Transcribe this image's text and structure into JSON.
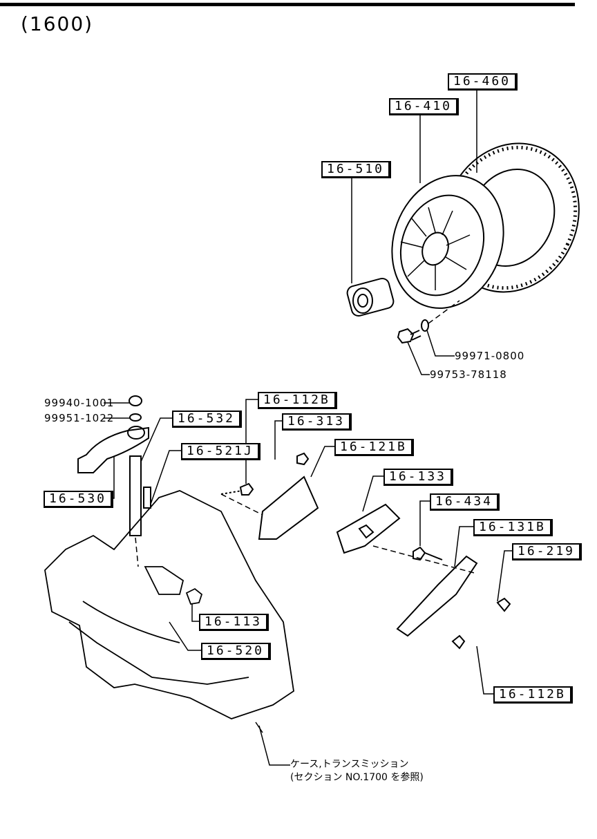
{
  "title": "(1600)",
  "parts": {
    "p16_460": "16-460",
    "p16_410": "16-410",
    "p16_510": "16-510",
    "p99971": "99971-0800",
    "p99753": "99753-78118",
    "p99940": "99940-1001",
    "p99951": "99951-1022",
    "p16_532": "16-532",
    "p16_521j": "16-521J",
    "p16_530": "16-530",
    "p16_112b_a": "16-112B",
    "p16_313": "16-313",
    "p16_121b": "16-121B",
    "p16_133": "16-133",
    "p16_434": "16-434",
    "p16_131b": "16-131B",
    "p16_219": "16-219",
    "p16_113": "16-113",
    "p16_520": "16-520",
    "p16_112b_b": "16-112B"
  },
  "note": {
    "line1": "ケース,トランスミッション",
    "line2": "(セクション NO.1700 を参照)"
  }
}
